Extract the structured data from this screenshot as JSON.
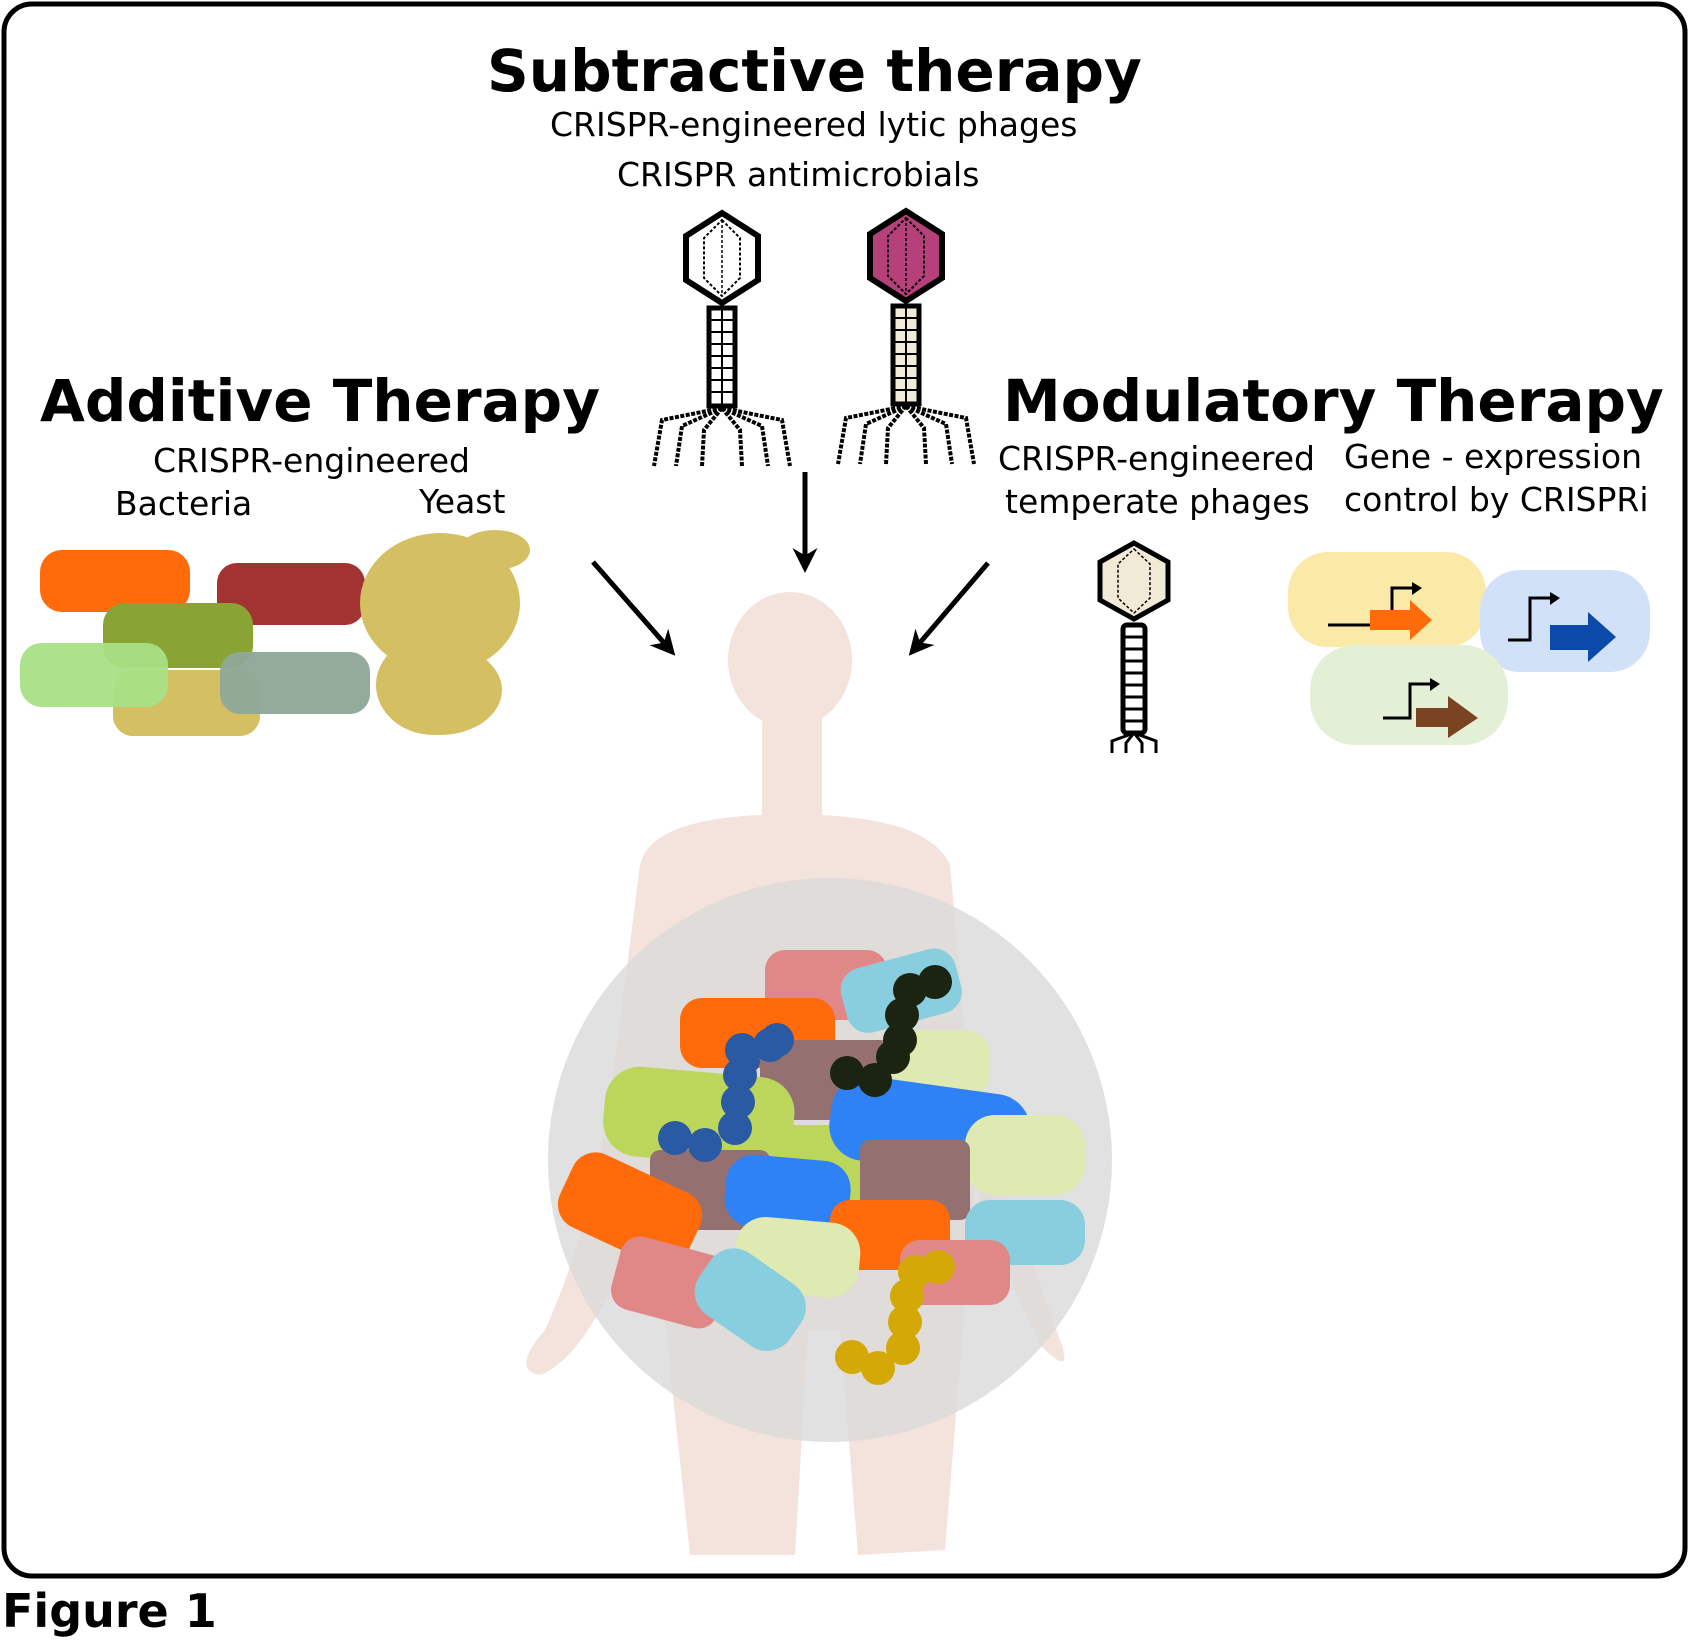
{
  "subtractive": {
    "title": "Subtractive therapy",
    "line1": "CRISPR-engineered lytic phages",
    "line2": "CRISPR antimicrobials"
  },
  "additive": {
    "title": "Additive Therapy",
    "subtitle": "CRISPR-engineered",
    "bacteria": "Bacteria",
    "yeast": "Yeast"
  },
  "modulatory": {
    "title": "Modulatory Therapy",
    "phage_line1": "CRISPR-engineered",
    "phage_line2": "temperate phages",
    "gene_line1": "Gene - expression",
    "gene_line2": "control by CRISPRi"
  },
  "figure_label": "Figure 1",
  "colors": {
    "border": "#000000",
    "body_silhouette": "#f3e3dc",
    "gut_circle": "#dcdcdc",
    "phage_magenta": "#b5407a",
    "phage_cream": "#f0ead6",
    "bacteria_orange": "#ff6a0a",
    "bacteria_red": "#a33232",
    "bacteria_olive": "#8aa335",
    "bacteria_lightgreen": "#a8e085",
    "bacteria_tan": "#d4bf62",
    "bacteria_grey_green": "#8fa898",
    "yeast": "#d4bf62",
    "cell_yellow": "#fbe9a8",
    "cell_blue": "#d1e2f8",
    "cell_green": "#e3f0d5",
    "arrow_orange": "#ff6a0a",
    "arrow_blue": "#0b4aa8",
    "arrow_brown": "#7a4423",
    "gut_pink": "#e08888",
    "gut_lightblue": "#88cede",
    "gut_mauve": "#957070",
    "gut_paleyellow": "#dfe9b2",
    "gut_lime": "#bcd65c",
    "gut_blue": "#2e82f5",
    "chain_darkblue": "#2a5aa3",
    "chain_black": "#1a2410",
    "chain_gold": "#d4a806"
  },
  "icons": [
    "phage-icon",
    "arrow-icon",
    "human-silhouette-icon",
    "yeast-icon",
    "bacteria-icon",
    "promoter-arrow-icon"
  ]
}
